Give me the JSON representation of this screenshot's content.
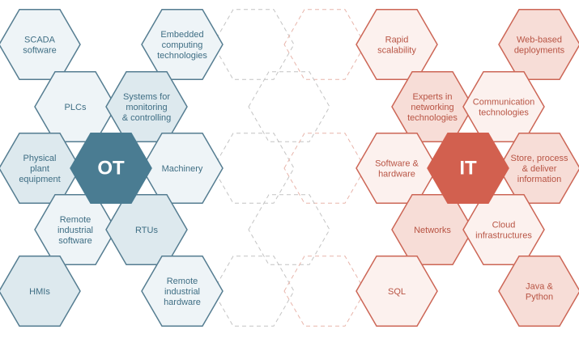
{
  "colors": {
    "ot_stroke": "#557d91",
    "ot_fill": "#eef4f7",
    "ot_fill_alt": "#dde9ee",
    "ot_center": "#4a7c92",
    "ot_text": "#3f6e84",
    "it_stroke": "#cc6656",
    "it_fill": "#fcf1ee",
    "it_fill_alt": "#f7ddd7",
    "it_center": "#d2604f",
    "it_text": "#b85444",
    "dashed_left": "#c4c4c4",
    "dashed_right": "#e8b5ab"
  },
  "ot": {
    "title": "OT",
    "cells": [
      {
        "id": "scada",
        "label": [
          "SCADA",
          "software"
        ],
        "shade": "light"
      },
      {
        "id": "embedded",
        "label": [
          "Embedded",
          "computing",
          "technologies"
        ],
        "shade": "light"
      },
      {
        "id": "plcs",
        "label": [
          "PLCs"
        ],
        "shade": "light"
      },
      {
        "id": "monitoring",
        "label": [
          "Systems for",
          "monitoring",
          "& controlling"
        ],
        "shade": "alt"
      },
      {
        "id": "physical",
        "label": [
          "Physical",
          "plant",
          "equipment"
        ],
        "shade": "alt"
      },
      {
        "id": "machinery",
        "label": [
          "Machinery"
        ],
        "shade": "light"
      },
      {
        "id": "remote-software",
        "label": [
          "Remote",
          "industrial",
          "software"
        ],
        "shade": "light"
      },
      {
        "id": "rtus",
        "label": [
          "RTUs"
        ],
        "shade": "alt"
      },
      {
        "id": "hmis",
        "label": [
          "HMIs"
        ],
        "shade": "alt"
      },
      {
        "id": "remote-hardware",
        "label": [
          "Remote",
          "industrial",
          "hardware"
        ],
        "shade": "light"
      }
    ]
  },
  "it": {
    "title": "IT",
    "cells": [
      {
        "id": "rapid",
        "label": [
          "Rapid",
          "scalability"
        ],
        "shade": "light"
      },
      {
        "id": "web",
        "label": [
          "Web-based",
          "deployments"
        ],
        "shade": "alt"
      },
      {
        "id": "experts",
        "label": [
          "Experts in",
          "networking",
          "technologies"
        ],
        "shade": "alt"
      },
      {
        "id": "communication",
        "label": [
          "Communication",
          "technologies"
        ],
        "shade": "light"
      },
      {
        "id": "software-hardware",
        "label": [
          "Software &",
          "hardware"
        ],
        "shade": "light"
      },
      {
        "id": "store",
        "label": [
          "Store, process",
          "& deliver",
          "information"
        ],
        "shade": "alt"
      },
      {
        "id": "networks",
        "label": [
          "Networks"
        ],
        "shade": "alt"
      },
      {
        "id": "cloud",
        "label": [
          "Cloud",
          "infrastructures"
        ],
        "shade": "light"
      },
      {
        "id": "sql",
        "label": [
          "SQL"
        ],
        "shade": "light"
      },
      {
        "id": "java",
        "label": [
          "Java &",
          "Python"
        ],
        "shade": "alt"
      }
    ]
  }
}
